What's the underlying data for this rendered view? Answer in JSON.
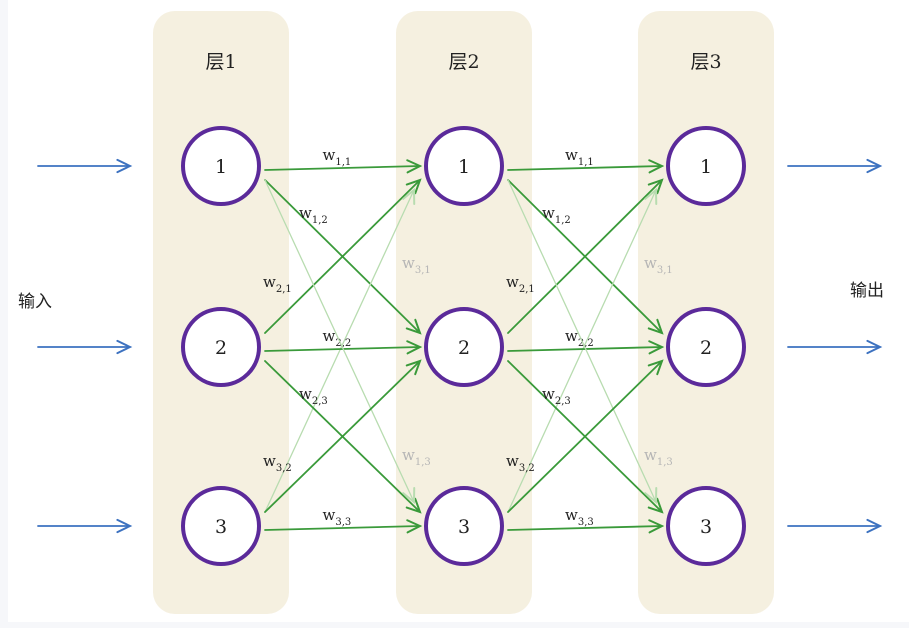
{
  "layers": [
    {
      "title": "层1",
      "nodes": [
        "1",
        "2",
        "3"
      ]
    },
    {
      "title": "层2",
      "nodes": [
        "1",
        "2",
        "3"
      ]
    },
    {
      "title": "层3",
      "nodes": [
        "1",
        "2",
        "3"
      ]
    }
  ],
  "input_label": "输入",
  "output_label": "输出",
  "colors": {
    "layer_bg": "#f5f0e0",
    "node_stroke": "#5b2a9a",
    "edge_strong": "#3a9a3a",
    "edge_faint": "#b8dcb0",
    "arrow_io": "#3d72c0",
    "label_faint": "#b5b5b5"
  },
  "weights": [
    {
      "label": "w",
      "sub": "1,1",
      "from": 1,
      "to": 1,
      "faint": false
    },
    {
      "label": "w",
      "sub": "1,2",
      "from": 1,
      "to": 2,
      "faint": false
    },
    {
      "label": "w",
      "sub": "2,1",
      "from": 2,
      "to": 1,
      "faint": false
    },
    {
      "label": "w",
      "sub": "3,1",
      "from": 3,
      "to": 1,
      "faint": true
    },
    {
      "label": "w",
      "sub": "2,2",
      "from": 2,
      "to": 2,
      "faint": false
    },
    {
      "label": "w",
      "sub": "2,3",
      "from": 2,
      "to": 3,
      "faint": false
    },
    {
      "label": "w",
      "sub": "1,3",
      "from": 1,
      "to": 3,
      "faint": true
    },
    {
      "label": "w",
      "sub": "3,2",
      "from": 3,
      "to": 2,
      "faint": false
    },
    {
      "label": "w",
      "sub": "3,3",
      "from": 3,
      "to": 3,
      "faint": false
    }
  ]
}
